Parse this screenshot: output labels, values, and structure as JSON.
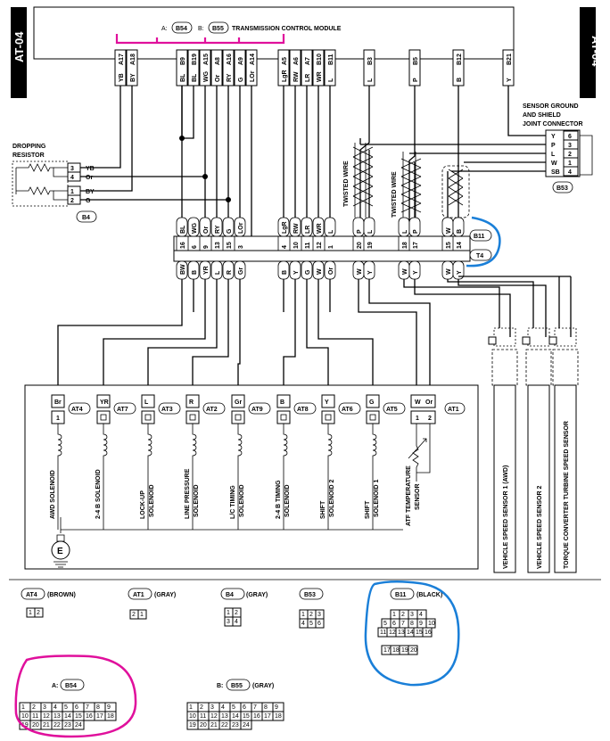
{
  "page_code": "AT-04",
  "module": {
    "title": "TRANSMISSION CONTROL MODULE",
    "connA_prefix": "A:",
    "connA": "B54",
    "connB_prefix": "B:",
    "connB": "B55"
  },
  "top_pins": [
    {
      "pin": "A17",
      "color": "YB"
    },
    {
      "pin": "A18",
      "color": "BY"
    },
    {
      "pin": "B9",
      "color": "BL"
    },
    {
      "pin": "B19",
      "color": "BL"
    },
    {
      "pin": "A15",
      "color": "WG"
    },
    {
      "pin": "A8",
      "color": "Or"
    },
    {
      "pin": "A16",
      "color": "RY"
    },
    {
      "pin": "A9",
      "color": "G"
    },
    {
      "pin": "A14",
      "color": "LOr"
    },
    {
      "pin": "A5",
      "color": "LgR"
    },
    {
      "pin": "A6",
      "color": "RW"
    },
    {
      "pin": "A7",
      "color": "LR"
    },
    {
      "pin": "B10",
      "color": "WR"
    },
    {
      "pin": "B11",
      "color": "L"
    },
    {
      "pin": "B3",
      "color": "L"
    },
    {
      "pin": "B5",
      "color": "P"
    },
    {
      "pin": "B12",
      "color": "B"
    },
    {
      "pin": "B21",
      "color": "Y"
    }
  ],
  "dropping_resistor": {
    "label_line1": "DROPPING",
    "label_line2": "RESISTOR",
    "connector": "B4",
    "pins": [
      {
        "pin": "3",
        "color": "YB"
      },
      {
        "pin": "4",
        "color": "Or"
      },
      {
        "pin": "1",
        "color": "BY"
      },
      {
        "pin": "2",
        "color": "G"
      }
    ]
  },
  "twisted_wire": "TWISTED WIRE",
  "joint_connector": {
    "label_line1": "SENSOR GROUND",
    "label_line2": "AND SHIELD",
    "label_line3": "JOINT CONNECTOR",
    "connector": "B53",
    "pins": [
      {
        "color": "Y",
        "pin": "6"
      },
      {
        "color": "P",
        "pin": "3"
      },
      {
        "color": "L",
        "pin": "2"
      },
      {
        "color": "W",
        "pin": "1"
      },
      {
        "color": "SB",
        "pin": "4"
      }
    ]
  },
  "junction_upper": [
    {
      "color": "BL",
      "pin": "16"
    },
    {
      "color": "WG",
      "pin": "6"
    },
    {
      "color": "Or",
      "pin": "9"
    },
    {
      "color": "RY",
      "pin": "13"
    },
    {
      "color": "G",
      "pin": "15"
    },
    {
      "color": "LOr",
      "pin": "3"
    },
    {
      "color": "LgR",
      "pin": "4"
    },
    {
      "color": "RW",
      "pin": "10"
    },
    {
      "color": "LR",
      "pin": "11"
    },
    {
      "color": "WR",
      "pin": "12"
    },
    {
      "color": "L",
      "pin": "1"
    },
    {
      "color": "P",
      "pin": "20"
    },
    {
      "color": "L",
      "pin": "19"
    },
    {
      "color": "L",
      "pin": "18"
    },
    {
      "color": "P",
      "pin": "17"
    },
    {
      "color": "W",
      "pin": "15"
    },
    {
      "color": "B",
      "pin": "14"
    }
  ],
  "junction_lower": [
    {
      "pin": "16",
      "color": "BW"
    },
    {
      "pin": "6",
      "color": "B"
    },
    {
      "pin": "9",
      "color": "YR"
    },
    {
      "pin": "13",
      "color": "L"
    },
    {
      "pin": "15",
      "color": "R"
    },
    {
      "pin": "3",
      "color": "Gr"
    },
    {
      "pin": "4",
      "color": "B"
    },
    {
      "pin": "10",
      "color": "Y"
    },
    {
      "pin": "11",
      "color": "G"
    },
    {
      "pin": "12",
      "color": "W"
    },
    {
      "pin": "1",
      "color": "Or"
    },
    {
      "pin": "20",
      "color": "W"
    },
    {
      "pin": "19",
      "color": "Y"
    },
    {
      "pin": "18",
      "color": "W"
    },
    {
      "pin": "17",
      "color": "Y"
    },
    {
      "pin": "15",
      "color": "W"
    },
    {
      "pin": "14",
      "color": "Y"
    }
  ],
  "junction_tags": [
    "B11",
    "T4"
  ],
  "solenoids": [
    {
      "color": "Br",
      "pin": "1",
      "connector": "AT4",
      "name_line1": "AWD SOLENOID",
      "name_line2": ""
    },
    {
      "color": "YR",
      "pin": "",
      "connector": "AT7",
      "name_line1": "2-4 B SOLENOID",
      "name_line2": ""
    },
    {
      "color": "L",
      "pin": "",
      "connector": "AT3",
      "name_line1": "LOCK-UP",
      "name_line2": "SOLENOID"
    },
    {
      "color": "R",
      "pin": "",
      "connector": "AT2",
      "name_line1": "LINE PRESSURE",
      "name_line2": "SOLENOID"
    },
    {
      "color": "Gr",
      "pin": "",
      "connector": "AT9",
      "name_line1": "L/C TIMING",
      "name_line2": "SOLENOID"
    },
    {
      "color": "B",
      "pin": "",
      "connector": "AT8",
      "name_line1": "2-4 B TIMING",
      "name_line2": "SOLENOID"
    },
    {
      "color": "Y",
      "pin": "",
      "connector": "AT6",
      "name_line1": "SHIFT",
      "name_line2": "SOLENOID 2"
    },
    {
      "color": "G",
      "pin": "",
      "connector": "AT5",
      "name_line1": "SHIFT",
      "name_line2": "SOLENOID 1"
    }
  ],
  "atf_sensor": {
    "connector": "AT1",
    "colors": [
      "W",
      "Or"
    ],
    "pins": [
      "1",
      "2"
    ],
    "name_line1": "ATF TEMPERATURE",
    "name_line2": "SENSOR"
  },
  "ground_symbol": "E",
  "speed_sensors": [
    "VEHICLE SPEED SENSOR 1 (AWD)",
    "VEHICLE SPEED SENSOR 2",
    "TORQUE CONVERTER TURBINE SPEED SENSOR"
  ],
  "connector_views": [
    {
      "id": "AT4",
      "note": "(BROWN)",
      "cells": [
        "1",
        "2"
      ]
    },
    {
      "id": "AT1",
      "note": "(GRAY)",
      "cells": [
        "2",
        "1"
      ]
    },
    {
      "id": "B4",
      "note": "(GRAY)",
      "cells": [
        "1",
        "2",
        "3",
        "4"
      ]
    },
    {
      "id": "B53",
      "note": "",
      "cells": [
        "1",
        "2",
        "3",
        "4",
        "5",
        "6"
      ]
    },
    {
      "id": "B11",
      "note": "(BLACK)",
      "cells": [
        "1",
        "2",
        "3",
        "4",
        "5",
        "6",
        "7",
        "8",
        "9",
        "10",
        "11",
        "12",
        "13",
        "14",
        "15",
        "16",
        "17",
        "18",
        "19",
        "20"
      ]
    }
  ],
  "connector_views_bottom": [
    {
      "prefix": "A:",
      "id": "B54",
      "note": "",
      "cells": [
        "1",
        "2",
        "3",
        "4",
        "5",
        "6",
        "7",
        "8",
        "9",
        "10",
        "11",
        "12",
        "13",
        "14",
        "15",
        "16",
        "17",
        "18",
        "19",
        "20",
        "21",
        "22",
        "23",
        "24"
      ]
    },
    {
      "prefix": "B:",
      "id": "B55",
      "note": "(GRAY)",
      "cells": [
        "1",
        "2",
        "3",
        "4",
        "5",
        "6",
        "7",
        "8",
        "9",
        "10",
        "11",
        "12",
        "13",
        "14",
        "15",
        "16",
        "17",
        "18",
        "19",
        "20",
        "21",
        "22",
        "23",
        "24"
      ]
    }
  ],
  "colors": {
    "highlight_magenta": "#e0109c",
    "highlight_blue": "#1a7fd8",
    "sidebar": "#000000"
  }
}
